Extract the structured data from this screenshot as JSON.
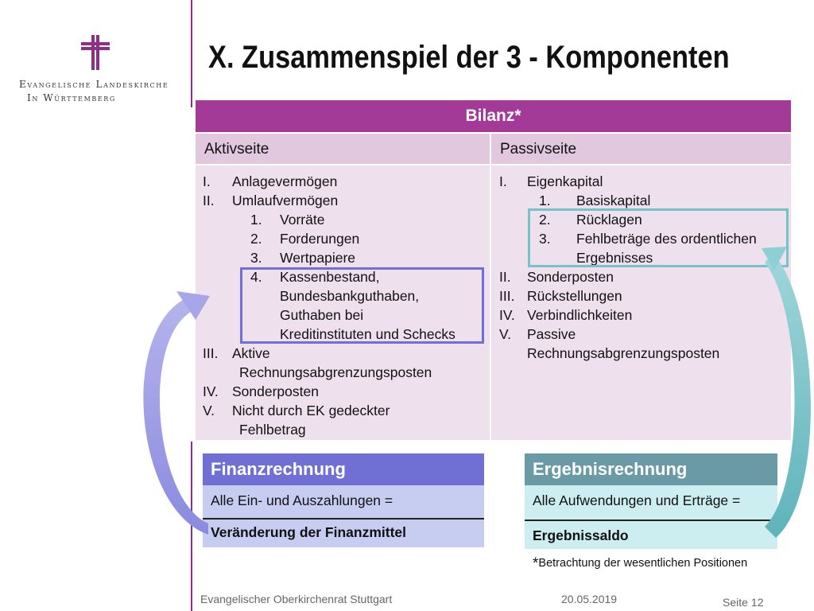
{
  "logo": {
    "line1": "Evangelische Landeskirche",
    "line2": "In Württemberg",
    "icon": "cross-icon",
    "color": "#8e2f87"
  },
  "title": "X. Zusammenspiel der 3 - Komponenten",
  "bilanz": {
    "header": "Bilanz*",
    "header_color": "#a43a98",
    "aktiv": {
      "header": "Aktivseite",
      "items": [
        {
          "n": "I.",
          "t": "Anlagevermögen"
        },
        {
          "n": "II.",
          "t": "Umlaufvermögen"
        }
      ],
      "sub": [
        {
          "n": "1.",
          "t": "Vorräte"
        },
        {
          "n": "2.",
          "t": "Forderungen"
        },
        {
          "n": "3.",
          "t": "Wertpapiere"
        },
        {
          "n": "4.",
          "t": "Kassenbestand,"
        }
      ],
      "sub4_cont": [
        "Bundesbankguthaben,",
        "Guthaben bei",
        "Kreditinstituten und Schecks"
      ],
      "items2": [
        {
          "n": "III.",
          "t": "Aktive"
        }
      ],
      "items2_cont": "Rechnungsabgrenzungsposten",
      "items3": [
        {
          "n": "IV.",
          "t": "Sonderposten"
        },
        {
          "n": "V.",
          "t": "Nicht durch EK gedeckter"
        }
      ],
      "items3_cont": "Fehlbetrag"
    },
    "passiv": {
      "header": "Passivseite",
      "items": [
        {
          "n": "I.",
          "t": "Eigenkapital"
        }
      ],
      "sub": [
        {
          "n": "1.",
          "t": "Basiskapital"
        },
        {
          "n": "2.",
          "t": "Rücklagen"
        },
        {
          "n": "3.",
          "t": "Fehlbeträge des ordentlichen"
        }
      ],
      "sub3_cont": "Ergebnisses",
      "items2": [
        {
          "n": "II.",
          "t": "Sonderposten"
        },
        {
          "n": "III.",
          "t": "Rückstellungen"
        },
        {
          "n": "IV.",
          "t": "Verbindlichkeiten"
        },
        {
          "n": "V.",
          "t": "Passive"
        }
      ],
      "items2_cont": "Rechnungsabgrenzungsposten"
    }
  },
  "finanz": {
    "header": "Finanzrechnung",
    "body": "Alle Ein- und Auszahlungen =",
    "result": "Veränderung der Finanzmittel",
    "color": "#7070d4"
  },
  "ergebnis": {
    "header": "Ergebnisrechnung",
    "body": "Alle Aufwendungen und Erträge =",
    "result": "Ergebnissaldo",
    "color": "#6a9aa6"
  },
  "note": {
    "star": "*",
    "text": "Betrachtung der wesentlichen Positionen"
  },
  "footer": {
    "org": "Evangelischer Oberkirchenrat Stuttgart",
    "date": "20.05.2019",
    "page_label": "Seite",
    "page_num": "12"
  }
}
